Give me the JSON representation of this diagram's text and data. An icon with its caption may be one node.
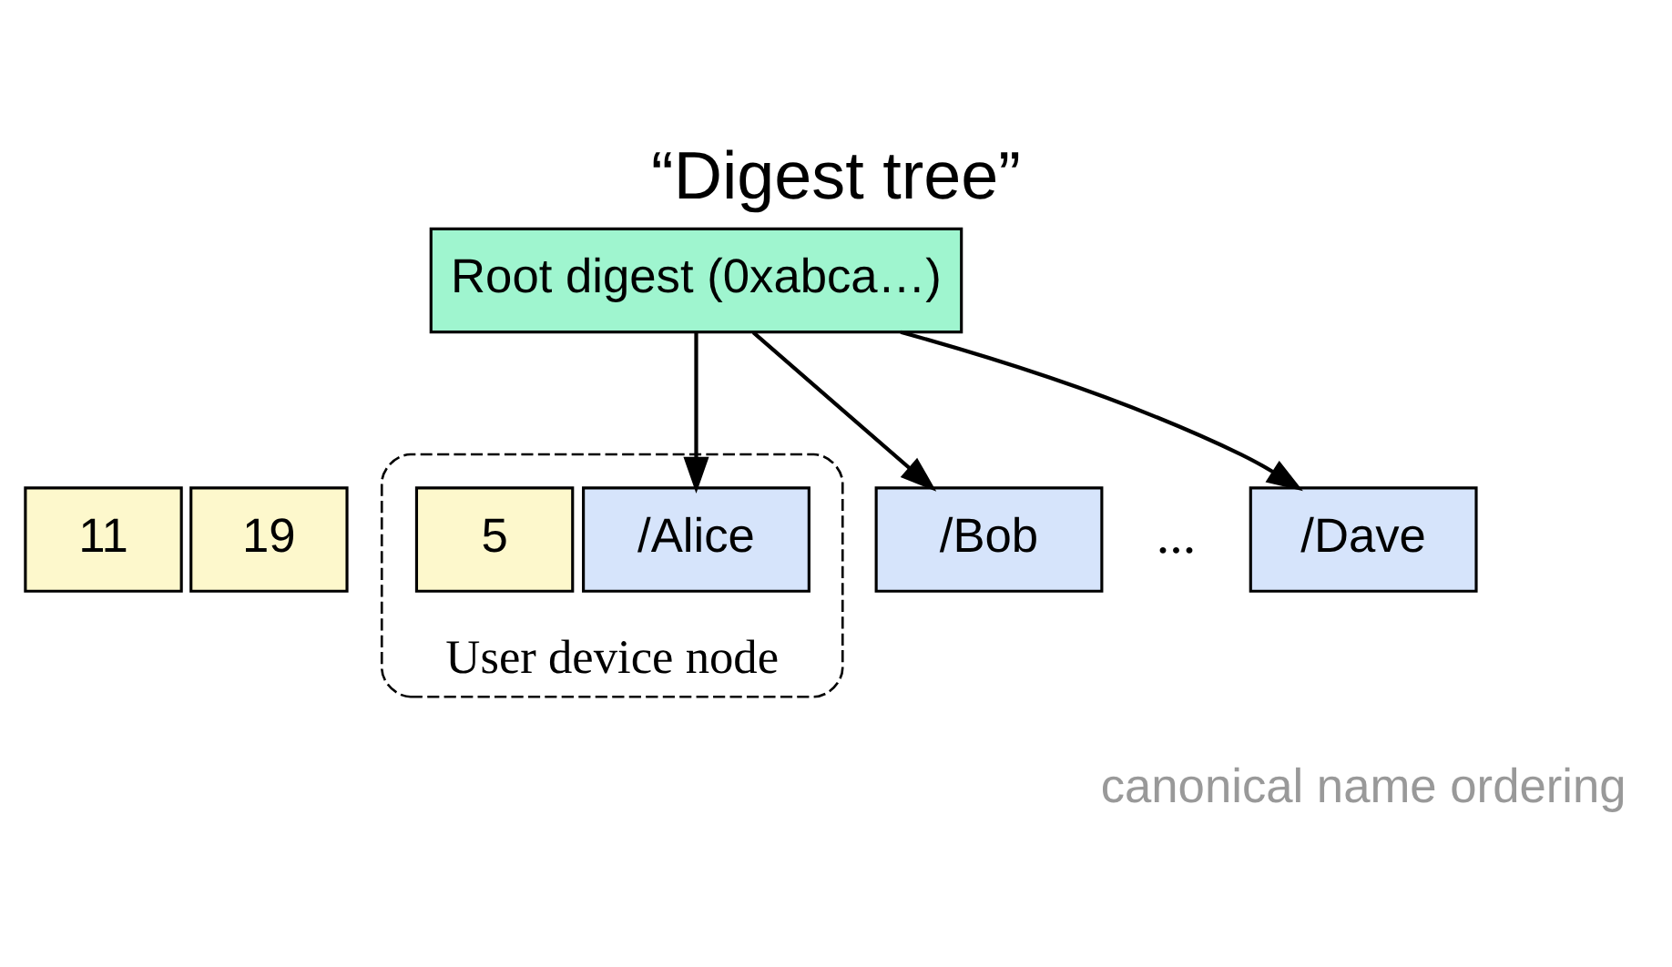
{
  "diagram": {
    "title": "“Digest tree”",
    "nodes": [
      {
        "text": [
          "Root digest (0xabca…)"
        ]
      },
      {
        "text": [
          "User device node"
        ]
      },
      {
        "text": [
          "/Alice"
        ],
        "in": 1
      },
      {
        "text": [
          "5"
        ],
        "in": 1
      },
      {
        "text": [
          "/Bob"
        ]
      },
      {
        "text": [
          "11"
        ]
      },
      {
        "text": [
          "/Dave"
        ]
      },
      {
        "text": [
          "19"
        ]
      }
    ],
    "edges": [
      {
        "from": 0,
        "to": 2,
        "arrow": "to"
      },
      {
        "from": 0,
        "to": 4,
        "arrow": "to"
      },
      {
        "from": 0,
        "to": 6,
        "arrow": "to"
      }
    ],
    "labels": [
      "...",
      "canonical name ordering"
    ]
  }
}
